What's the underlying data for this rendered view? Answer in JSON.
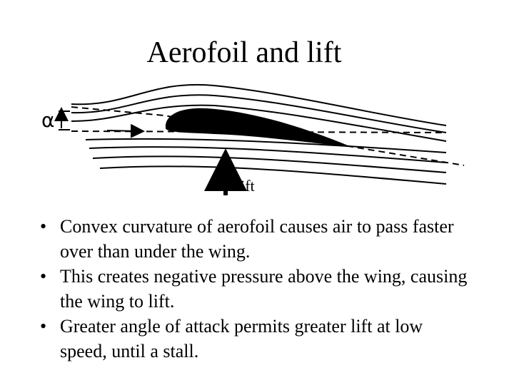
{
  "title": "Aerofoil and lift",
  "diagram": {
    "angle_symbol": "α",
    "lift_label": "lift"
  },
  "bullets": [
    "Convex curvature of aerofoil causes air to pass faster over than under the wing.",
    "This creates negative pressure above the wing, causing the wing to lift.",
    "Greater angle of attack permits greater lift at low speed, until a stall."
  ]
}
